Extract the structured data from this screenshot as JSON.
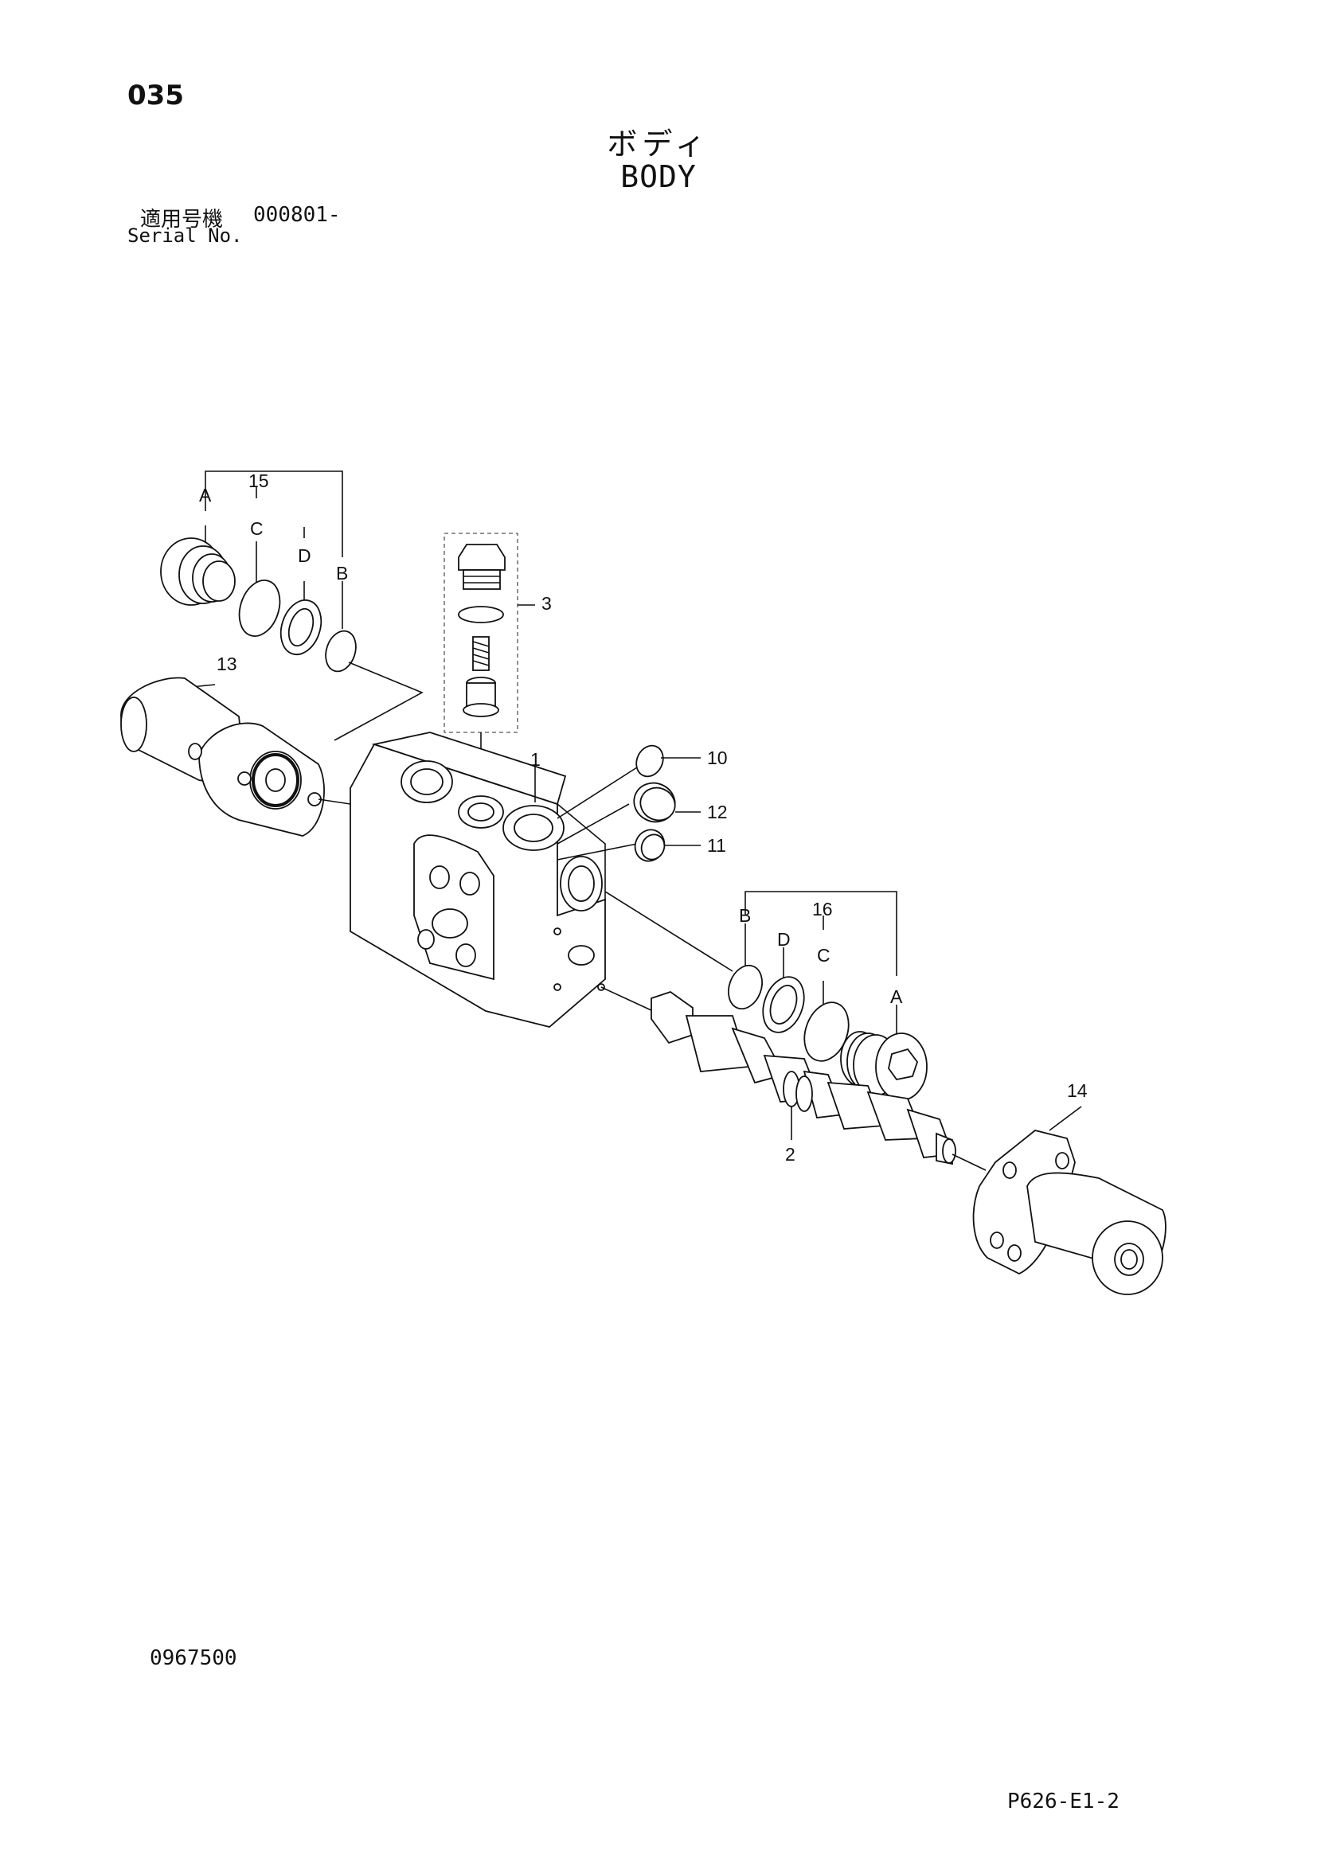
{
  "page_number": "035",
  "title_jp": "ボディ",
  "title_en": "BODY",
  "serial": {
    "label_jp": "適用号機",
    "value": "000801-",
    "label_en": "Serial No."
  },
  "drawing_number": "0967500",
  "sheet_code": "P626-E1-2",
  "callouts": {
    "c1": "1",
    "c2": "2",
    "c3": "3",
    "c10": "10",
    "c11": "11",
    "c12": "12",
    "c13": "13",
    "c14": "14",
    "c15": "15",
    "c16": "16",
    "a15": "A",
    "b15": "B",
    "c15s": "C",
    "d15": "D",
    "a16": "A",
    "b16": "B",
    "c16s": "C",
    "d16": "D"
  }
}
